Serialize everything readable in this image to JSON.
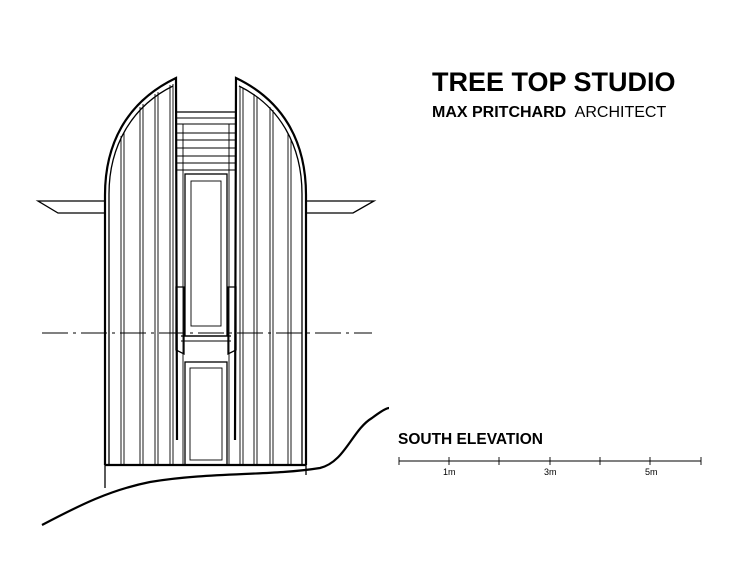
{
  "title_block": {
    "project_title": "TREE TOP STUDIO",
    "architect_name": "MAX PRITCHARD",
    "architect_role": "ARCHITECT"
  },
  "drawing": {
    "view_label": "SOUTH ELEVATION",
    "scale_bar": {
      "labels": [
        "1m",
        "3m",
        "5m"
      ]
    }
  }
}
